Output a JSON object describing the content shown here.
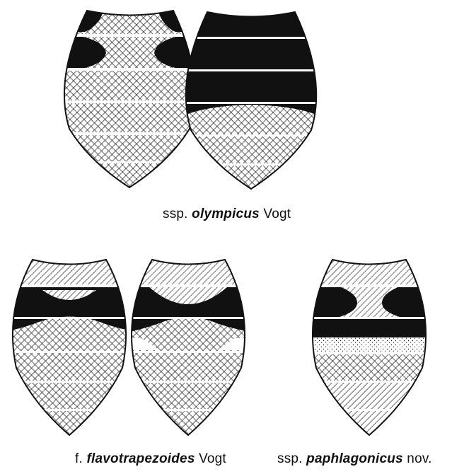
{
  "captions": {
    "top": {
      "prefix": "ssp.",
      "name": "olympicus",
      "author": "Vogt"
    },
    "bottom_left": {
      "prefix": "f.",
      "name": "flavotrapezoides",
      "author": "Vogt"
    },
    "bottom_right": {
      "prefix": "ssp.",
      "name": "paphlagonicus",
      "author": "nov."
    }
  },
  "colors": {
    "ink": "#111111",
    "paper": "#ffffff"
  },
  "patterns": [
    "black",
    "crosshatch",
    "diagonal-hatch",
    "stipple"
  ]
}
